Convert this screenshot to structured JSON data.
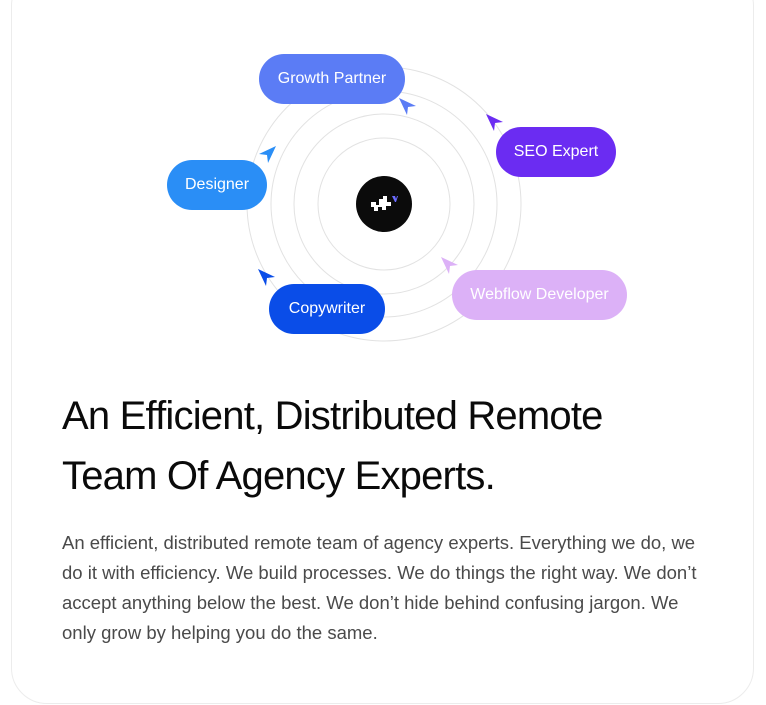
{
  "illustration": {
    "roles": {
      "growth_partner": "Growth Partner",
      "seo_expert": "SEO Expert",
      "designer": "Designer",
      "copywriter": "Copywriter",
      "webflow_developer": "Webflow Developer"
    },
    "colors": {
      "growth_partner": "#5b7cf5",
      "seo_expert": "#6b2cf2",
      "designer": "#2a8ef6",
      "copywriter": "#0a4de8",
      "webflow_developer": "#dcb1f7",
      "logo_background": "#0b0b0b",
      "orbit_lines": "#e2e2e2"
    },
    "center_icon": "brand-logo-icon"
  },
  "content": {
    "headline": "An Efficient, Distributed Remote Team Of Agency Experts.",
    "body": "An efficient, distributed remote team of agency experts. Everything we do, we do it with efficiency. We build processes. We do things the right way. We don’t accept anything below the best. We don’t hide behind confusing jargon. We only grow by helping you do the same."
  }
}
